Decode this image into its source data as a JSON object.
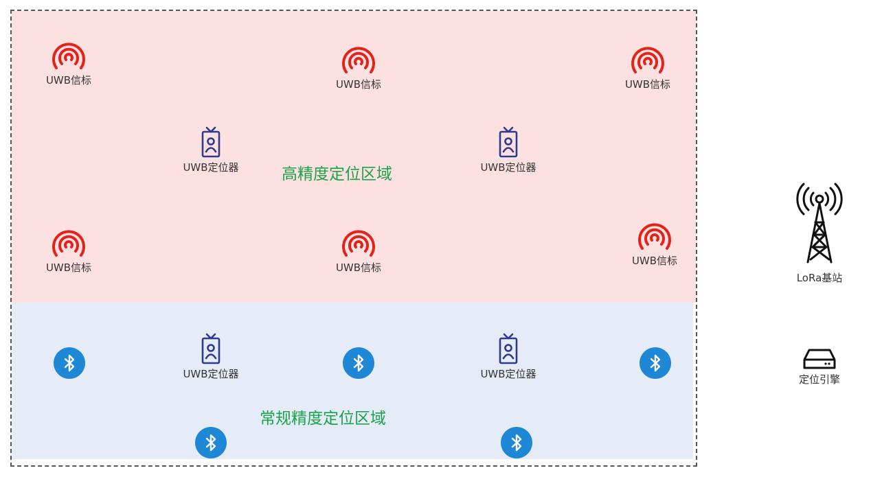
{
  "zones": {
    "high": {
      "label": "高精度定位区域",
      "color": "#fde1e1"
    },
    "normal": {
      "label": "常规精度定位区域",
      "color": "#e6ecf7"
    }
  },
  "labels": {
    "uwb_beacon": "UWB信标",
    "uwb_locator": "UWB定位器",
    "lora_station": "LoRa基站",
    "locating_engine": "定位引擎"
  },
  "colors": {
    "beacon": "#e0231b",
    "locator": "#2e3a8c",
    "bluetooth": "#1e88d6",
    "zone_label": "#1aa34a"
  },
  "icons": {
    "beacon": "uwb-signal-icon",
    "locator": "badge-icon",
    "bluetooth": "bluetooth-icon",
    "tower": "radio-tower-icon",
    "engine": "server-box-icon"
  }
}
